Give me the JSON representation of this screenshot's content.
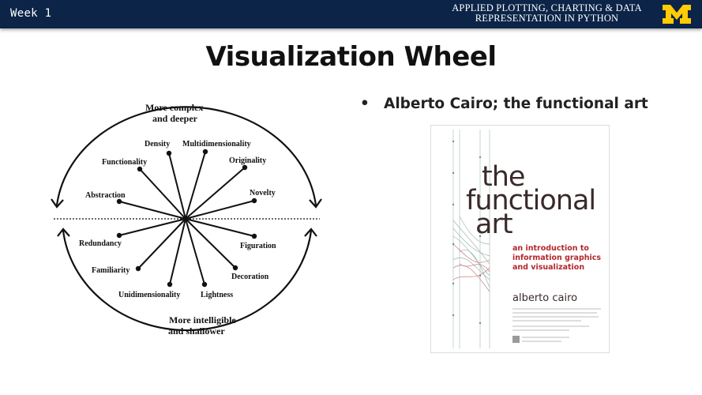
{
  "header": {
    "week": "Week 1",
    "course_line1": "APPLIED PLOTTING, CHARTING & DATA",
    "course_line2": "REPRESENTATION IN PYTHON",
    "logo": "block-m-logo",
    "bar_color": "#0b2447",
    "logo_color": "#ffcb05"
  },
  "slide": {
    "title": "Visualization Wheel",
    "bullet": "Alberto Cairo; the functional art"
  },
  "wheel": {
    "top_label_line1": "More complex",
    "top_label_line2": "and deeper",
    "bottom_label_line1": "More intelligible",
    "bottom_label_line2": "and shallower",
    "spokes": {
      "density": "Density",
      "multidimensionality": "Multidimensionality",
      "functionality": "Functionality",
      "originality": "Originality",
      "abstraction": "Abstraction",
      "novelty": "Novelty",
      "redundancy": "Redundancy",
      "figuration": "Figuration",
      "familiarity": "Familiarity",
      "decoration": "Decoration",
      "unidimensionality": "Unidimensionality",
      "lightness": "Lightness"
    }
  },
  "book": {
    "title_line1": "the",
    "title_line2": "functional",
    "title_line3": "art",
    "subtitle_line1": "an introduction to",
    "subtitle_line2": "information graphics",
    "subtitle_line3": "and visualization",
    "author": "alberto cairo",
    "accent_color": "#b2272b"
  }
}
